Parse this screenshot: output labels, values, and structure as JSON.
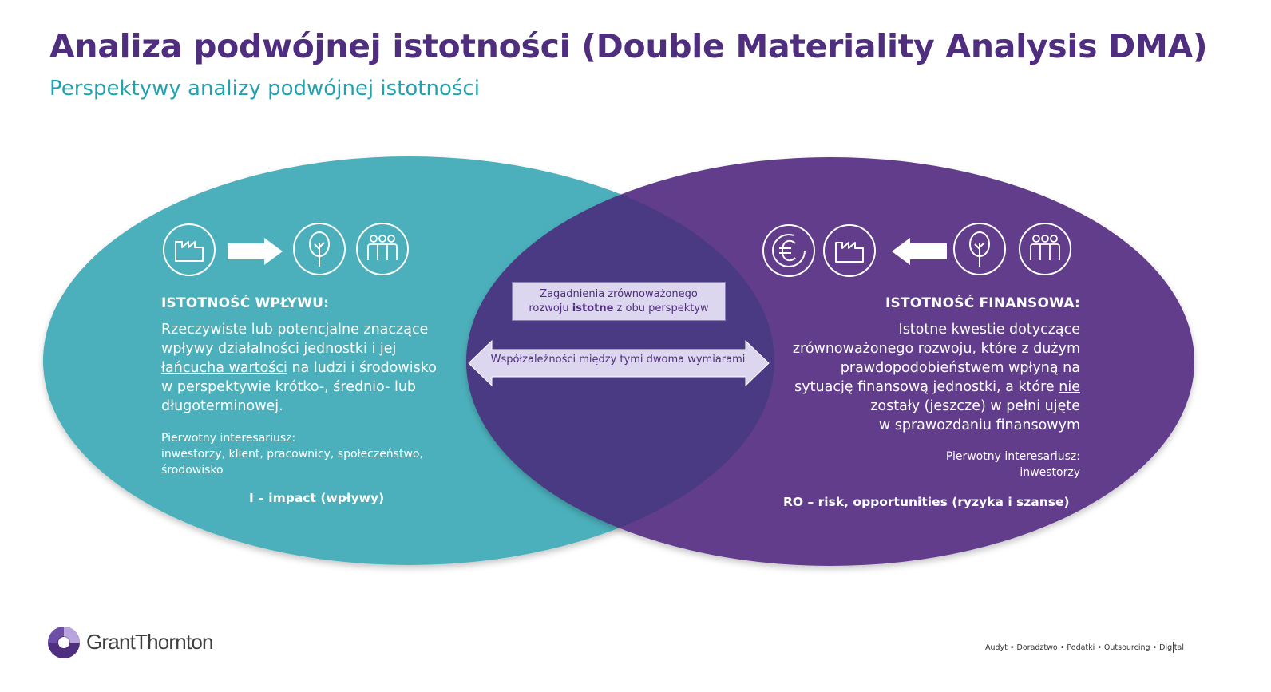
{
  "title": "Analiza podwójnej istotności (Double Materiality Analysis DMA)",
  "subtitle": "Perspektywy analizy podwójnej istotności",
  "colors": {
    "title": "#4f2d7f",
    "subtitle": "#1fa3b0",
    "teal": "#4bb0bb",
    "purple": "#623c8c",
    "overlap": "#4a3a84"
  },
  "left": {
    "heading": "ISTOTNOŚĆ WPŁYWU:",
    "body_line1": "Rzeczywiste lub potencjalne znaczące",
    "body_line2": "wpływy działalności jednostki i jej",
    "body_line3_link": "łańcucha wartości",
    "body_line3_rest": " na ludzi i środowisko",
    "body_line4": "w perspektywie krótko-, średnio- lub",
    "body_line5": "długoterminowej.",
    "stakeholder_label": "Pierwotny interesariusz:",
    "stakeholder_line1": "inwestorzy, klient, pracownicy, społeczeństwo,",
    "stakeholder_line2": "środowisko",
    "short": "I – impact (wpływy)",
    "icons": [
      "factory-icon",
      "arrow-right-icon",
      "tree-icon",
      "people-icon"
    ]
  },
  "right": {
    "heading": "ISTOTNOŚĆ FINANSOWA:",
    "body_line1": "Istotne kwestie dotyczące",
    "body_line2": "zrównoważonego rozwoju, które z dużym",
    "body_line3": "prawdopodobieństwem wpłyną na",
    "body_line4_start": "sytuację finansową jednostki, a które ",
    "body_line4_link": "nie",
    "body_line5": "zostały  (jeszcze) w pełni ujęte",
    "body_line6": "w sprawozdaniu finansowym",
    "stakeholder_label": "Pierwotny interesariusz:",
    "stakeholder_value": "inwestorzy",
    "short": "RO –  risk, opportunities (ryzyka i szanse)",
    "icons": [
      "euro-icon",
      "factory-icon",
      "arrow-left-icon",
      "tree-icon",
      "people-icon"
    ]
  },
  "center": {
    "box_line1": "Zagadnienia zrównoważonego",
    "box_line2_start": "rozwoju ",
    "box_line2_bold": "istotne",
    "box_line2_end": " z obu perspektyw",
    "arrow_label": "Współzależności między tymi dwoma wymiarami"
  },
  "footer": {
    "logo_text": "GrantThornton",
    "services": "Audyt • Doradztwo • Podatki • Outsourcing • Digital"
  }
}
